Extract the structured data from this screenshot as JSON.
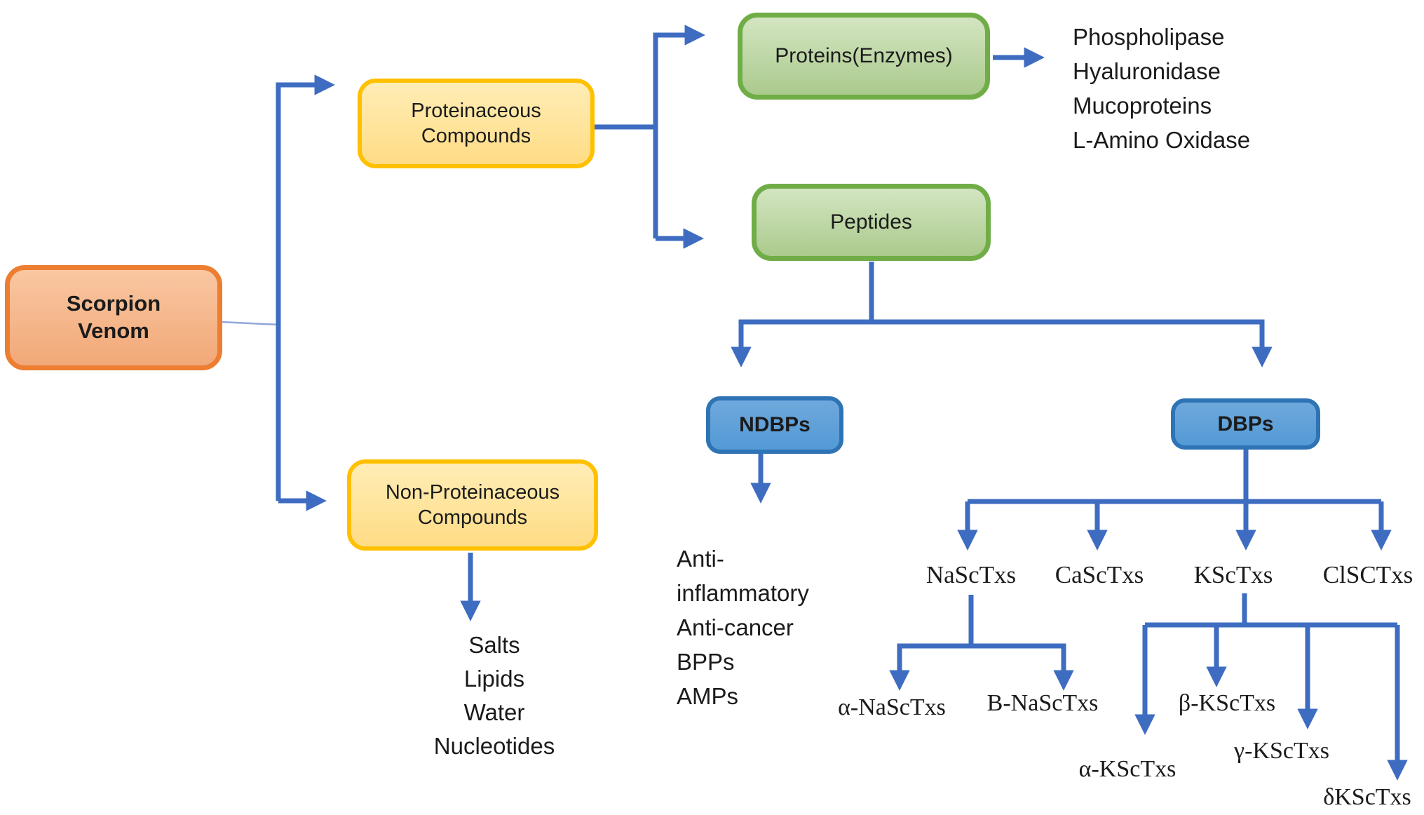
{
  "diagram": {
    "root": {
      "label": "Scorpion Venom"
    },
    "proteinaceous": {
      "label": "Proteinaceous Compounds"
    },
    "non_proteinaceous": {
      "label": "Non-Proteinaceous Compounds",
      "items": [
        "Salts",
        "Lipids",
        "Water",
        "Nucleotides"
      ]
    },
    "proteins_enzymes": {
      "label": "Proteins(Enzymes)",
      "items": [
        "Phospholipase",
        "Hyaluronidase",
        "Mucoproteins",
        "L-Amino Oxidase"
      ]
    },
    "peptides": {
      "label": "Peptides"
    },
    "ndbps": {
      "label": "NDBPs",
      "items": [
        "Anti-",
        "inflammatory",
        "Anti-cancer",
        "BPPs",
        "AMPs"
      ]
    },
    "dbps": {
      "label": "DBPs",
      "children": [
        "NaScTxs",
        "CaScTxs",
        "KScTxs",
        "ClSCTxs"
      ]
    },
    "nasctxs": {
      "children": [
        "α-NaScTxs",
        "B-NaScTxs"
      ]
    },
    "ksctxs": {
      "children": [
        "α-KScTxs",
        "β-KScTxs",
        "γ-KScTxs",
        "δKScTxs"
      ]
    },
    "colors": {
      "arrow_blue": "#3E6CC1",
      "root_border_orange": "#ED7D31",
      "yellow_border": "#FFC000",
      "green_border": "#70AD47",
      "blue_box_fill": "#5B9BD5",
      "blue_box_border": "#2E74B5"
    }
  }
}
